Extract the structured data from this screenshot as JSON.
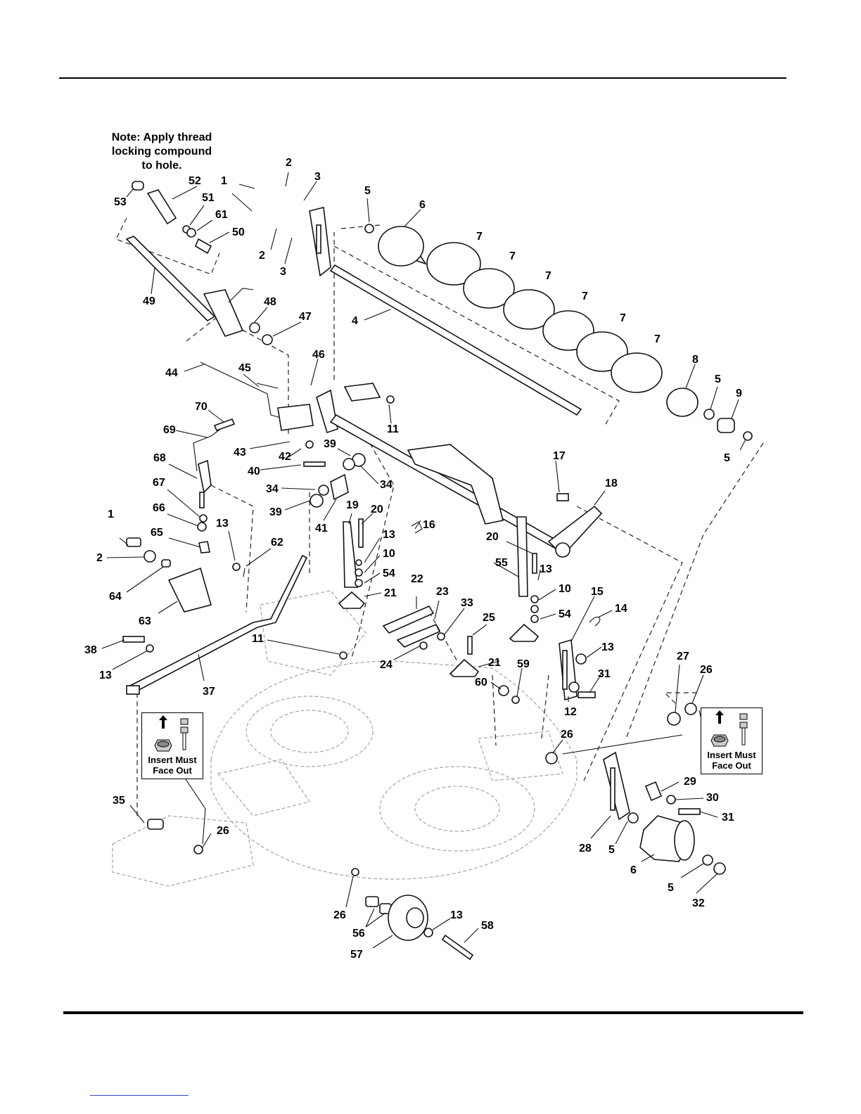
{
  "note": {
    "line1": "Note: Apply thread",
    "line2": "locking compound",
    "line3": "to hole."
  },
  "insert_notice": {
    "left": {
      "line1": "Insert Must",
      "line2": "Face Out"
    },
    "right": {
      "line1": "Insert Must",
      "line2": "Face Out"
    }
  },
  "callouts": [
    "53",
    "52",
    "51",
    "61",
    "50",
    "49",
    "1",
    "2",
    "3",
    "2",
    "3",
    "5",
    "6",
    "7",
    "7",
    "7",
    "7",
    "7",
    "7",
    "4",
    "8",
    "5",
    "9",
    "5",
    "48",
    "47",
    "44",
    "45",
    "46",
    "11",
    "70",
    "69",
    "43",
    "42",
    "39",
    "40",
    "34",
    "34",
    "39",
    "41",
    "68",
    "67",
    "66",
    "65",
    "1",
    "2",
    "64",
    "13",
    "62",
    "63",
    "16",
    "17",
    "18",
    "19",
    "20",
    "13",
    "10",
    "54",
    "21",
    "20",
    "13",
    "10",
    "54",
    "55",
    "22",
    "23",
    "33",
    "15",
    "14",
    "13",
    "38",
    "13",
    "37",
    "11",
    "24",
    "25",
    "21",
    "59",
    "60",
    "31",
    "12",
    "27",
    "26",
    "26",
    "29",
    "30",
    "31",
    "28",
    "5",
    "6",
    "5",
    "32",
    "35",
    "26",
    "26",
    "56",
    "57",
    "13",
    "58"
  ]
}
